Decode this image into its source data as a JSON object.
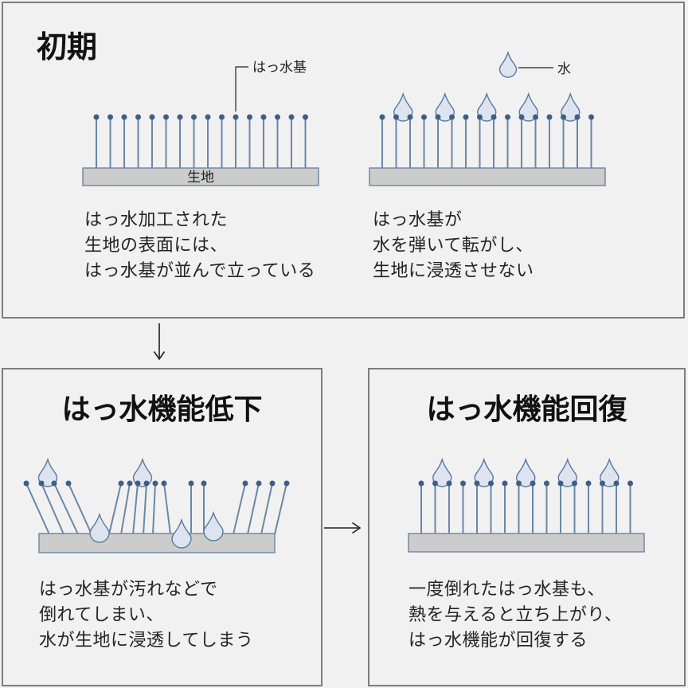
{
  "colors": {
    "background": "#f1f1f1",
    "panel_border": "#7d7d7d",
    "pin_stem": "#6a87a7",
    "pin_dot": "#3d5f86",
    "droplet_fill": "#dee4ef",
    "droplet_stroke": "#5a7aa0",
    "fabric_fill": "#cccccc",
    "fabric_stroke": "#7389a6",
    "callout_line": "#222222",
    "arrow": "#1f1f1f",
    "label_text": "#222222"
  },
  "panels": {
    "initial": {
      "title": "初期",
      "labels": {
        "repellent_group": "はっ水基",
        "water": "水",
        "fabric": "生地"
      },
      "caption_left": [
        "はっ水加工された",
        "生地の表面には、",
        "はっ水基が並んで立っている"
      ],
      "caption_right": [
        "はっ水基が",
        "水を弾いて転がし、",
        "生地に浸透させない"
      ]
    },
    "decline": {
      "title": "はっ水機能低下",
      "caption": [
        "はっ水基が汚れなどで",
        "倒れてしまい、",
        "水が生地に浸透してしまう"
      ]
    },
    "recovery": {
      "title": "はっ水機能回復",
      "caption": [
        "一度倒れたはっ水基も、",
        "熱を与えると立ち上がり、",
        "はっ水機能が回復する"
      ]
    }
  }
}
